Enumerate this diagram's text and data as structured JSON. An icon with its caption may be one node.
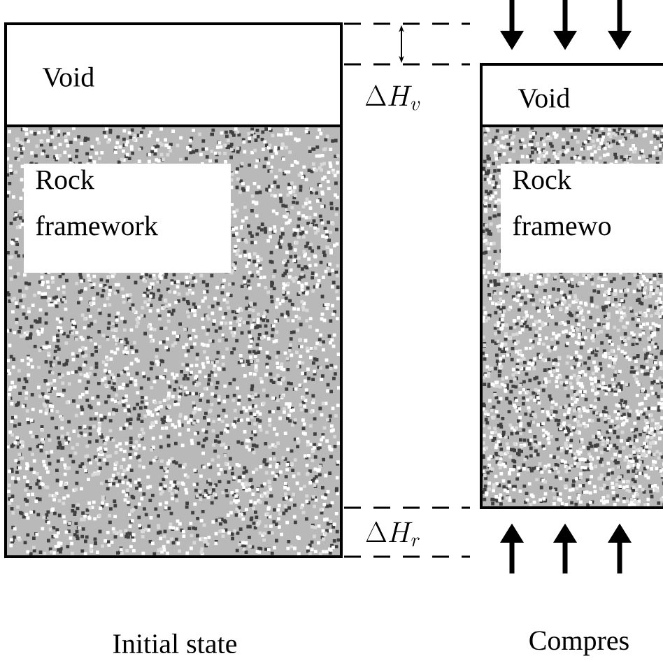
{
  "diagram": {
    "nodes": [
      {
        "text": [
          "Void"
        ]
      },
      {
        "text": [
          "Rock framework"
        ]
      },
      {
        "text": [
          "Void"
        ]
      },
      {
        "text": [
          "Rock framewo"
        ]
      }
    ],
    "labels": [
      "\\Delta H_v",
      "\\Delta H_r",
      "Initial state",
      "Compres"
    ]
  }
}
